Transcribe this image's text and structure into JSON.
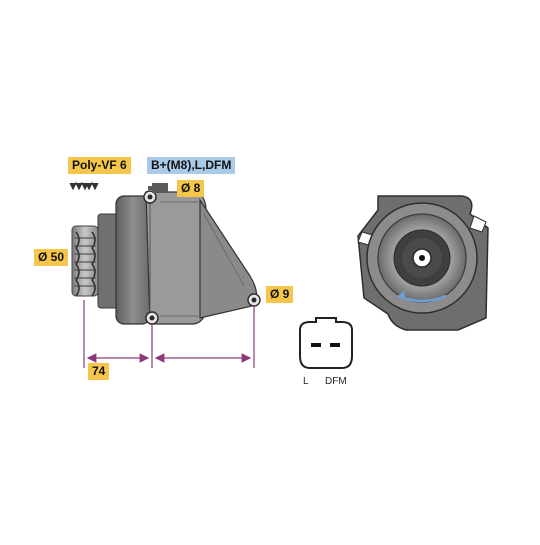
{
  "labels": {
    "belt": "Poly-VF 6",
    "terminals": "B+(M8),L,DFM",
    "hole_top": "Ø 8",
    "pulley_dia": "Ø 50",
    "hole_bottom": "Ø 9",
    "width": "74"
  },
  "connector": {
    "pin_left": "L",
    "pin_right": "DFM"
  },
  "colors": {
    "label_yellow": "#f5c64a",
    "label_blue": "#a9cbe8",
    "body_dark": "#6f6f6f",
    "body_mid": "#8c8c8c",
    "body_light": "#bdbdbd",
    "dimension_line": "#8a3a7a",
    "rotation_arrow": "#6ca0d8"
  }
}
